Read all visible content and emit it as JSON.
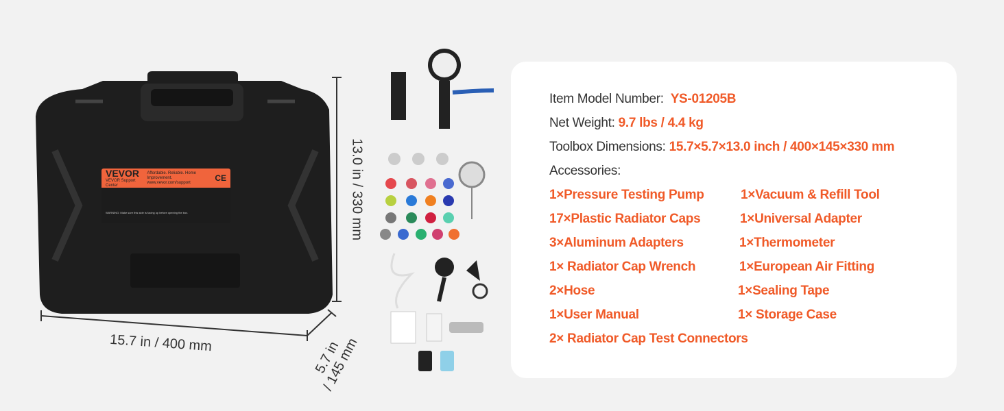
{
  "specs": {
    "model_label": "Item Model Number:",
    "model_value": "YS-01205B",
    "weight_label": "Net Weight:",
    "weight_value": "9.7 lbs / 4.4 kg",
    "dimensions_label": "Toolbox Dimensions:",
    "dimensions_value": "15.7×5.7×13.0 inch / 400×145×330 mm",
    "accessories_label": "Accessories:"
  },
  "accessories_left": [
    "1×Pressure Testing Pump",
    "17×Plastic Radiator Caps",
    "3×Aluminum Adapters",
    "1× Radiator Cap Wrench",
    "2×Hose",
    "1×User Manual",
    "2× Radiator Cap Test Connectors"
  ],
  "accessories_right": [
    "1×Vacuum & Refill Tool",
    "1×Universal Adapter",
    "1×Thermometer",
    "1×European Air Fitting",
    "1×Sealing Tape",
    "1× Storage Case"
  ],
  "dimensions": {
    "height": "13.0 in / 330 mm",
    "width": "15.7 in / 400 mm",
    "depth_line1": "5.7 in",
    "depth_line2": "/ 145 mm"
  },
  "case_label": {
    "brand": "VEVOR",
    "support": "VEVOR Support Center",
    "slogan": "Affordable. Reliable. Home Improvement.",
    "url": "www.vevor.com/support",
    "mark": "CE",
    "warning": "WARNING: Make sure this side is facing up before opening the box."
  },
  "colors": {
    "accent": "#f05a28",
    "text": "#333333",
    "panel": "#ffffff",
    "background": "#f2f2f2"
  }
}
